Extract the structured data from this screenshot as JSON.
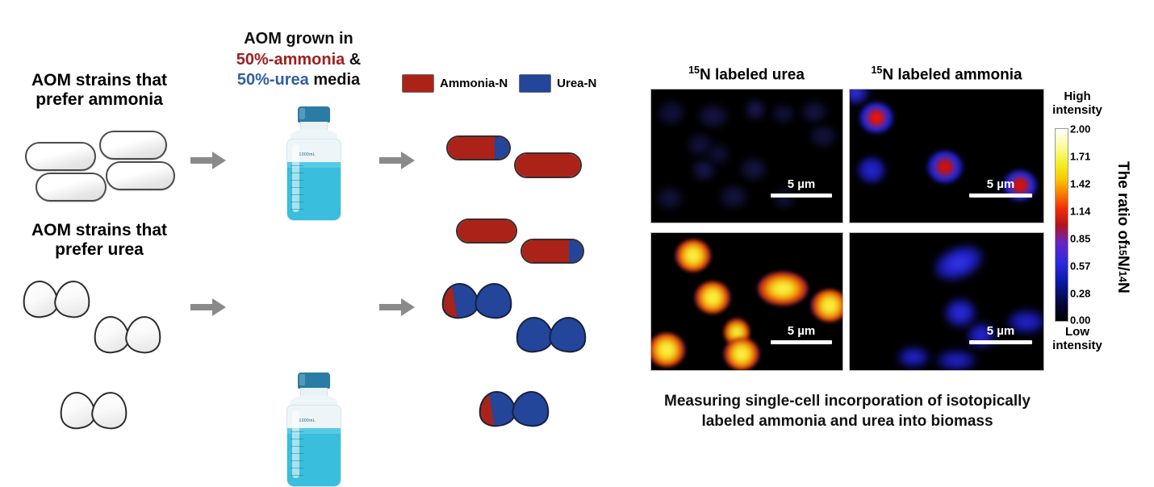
{
  "left_diagram": {
    "strain_ammonia_title": "AOM strains that prefer ammonia",
    "strain_urea_title": "AOM strains that prefer urea",
    "media_caption": {
      "line1": "AOM grown in",
      "line2_red": "50%-ammonia",
      "line2_amp": " &",
      "line3_blue": "50%-urea",
      "line3_rest": " media"
    },
    "legend": [
      {
        "label": "Ammonia-N",
        "color": "#ab2318",
        "name": "ammonia-n"
      },
      {
        "label": "Urea-N",
        "color": "#23459a",
        "name": "urea-n"
      }
    ],
    "bottle_volume_label": "1000mL",
    "arrow_icon": "right-arrow-icon"
  },
  "nanosims": {
    "column_titles": [
      {
        "sup": "15",
        "text": "N labeled urea"
      },
      {
        "sup": "15",
        "text": "N labeled ammonia"
      }
    ],
    "scalebar_text": "5 µm",
    "panels": [
      {
        "name": "panel-urea-ammonia-preferring",
        "row": 0,
        "col": 0,
        "description": "very dark, faint dark-blue cells"
      },
      {
        "name": "panel-ammonia-ammonia-preferring",
        "row": 0,
        "col": 1,
        "description": "blue cells with bright red centers"
      },
      {
        "name": "panel-urea-urea-preferring",
        "row": 1,
        "col": 0,
        "description": "bright yellow cells with orange-red halos"
      },
      {
        "name": "panel-ammonia-urea-preferring",
        "row": 1,
        "col": 1,
        "description": "moderate blue cells"
      }
    ]
  },
  "colorbar": {
    "high_label_line1": "High",
    "high_label_line2": "intensity",
    "low_label_line1": "Low",
    "low_label_line2": "intensity",
    "axis_title_prefix": "The ratio of ",
    "axis_title_sup1": "15",
    "axis_title_mid": "N/",
    "axis_title_sup2": "14",
    "axis_title_suffix": "N",
    "ticks": [
      "2.00",
      "1.71",
      "1.42",
      "1.14",
      "0.85",
      "0.57",
      "0.28",
      "0.00"
    ],
    "range": [
      0.0,
      2.0
    ],
    "gradient_stops": [
      "#000000",
      "#0a18a0",
      "#2a2ae0",
      "#6a22c4",
      "#b3141c",
      "#fa7a00",
      "#f4ef24",
      "#ffffff"
    ]
  },
  "bottom_caption": {
    "line1": "Measuring single-cell incorporation of isotopically",
    "line2": "labeled ammonia and urea into biomass"
  }
}
